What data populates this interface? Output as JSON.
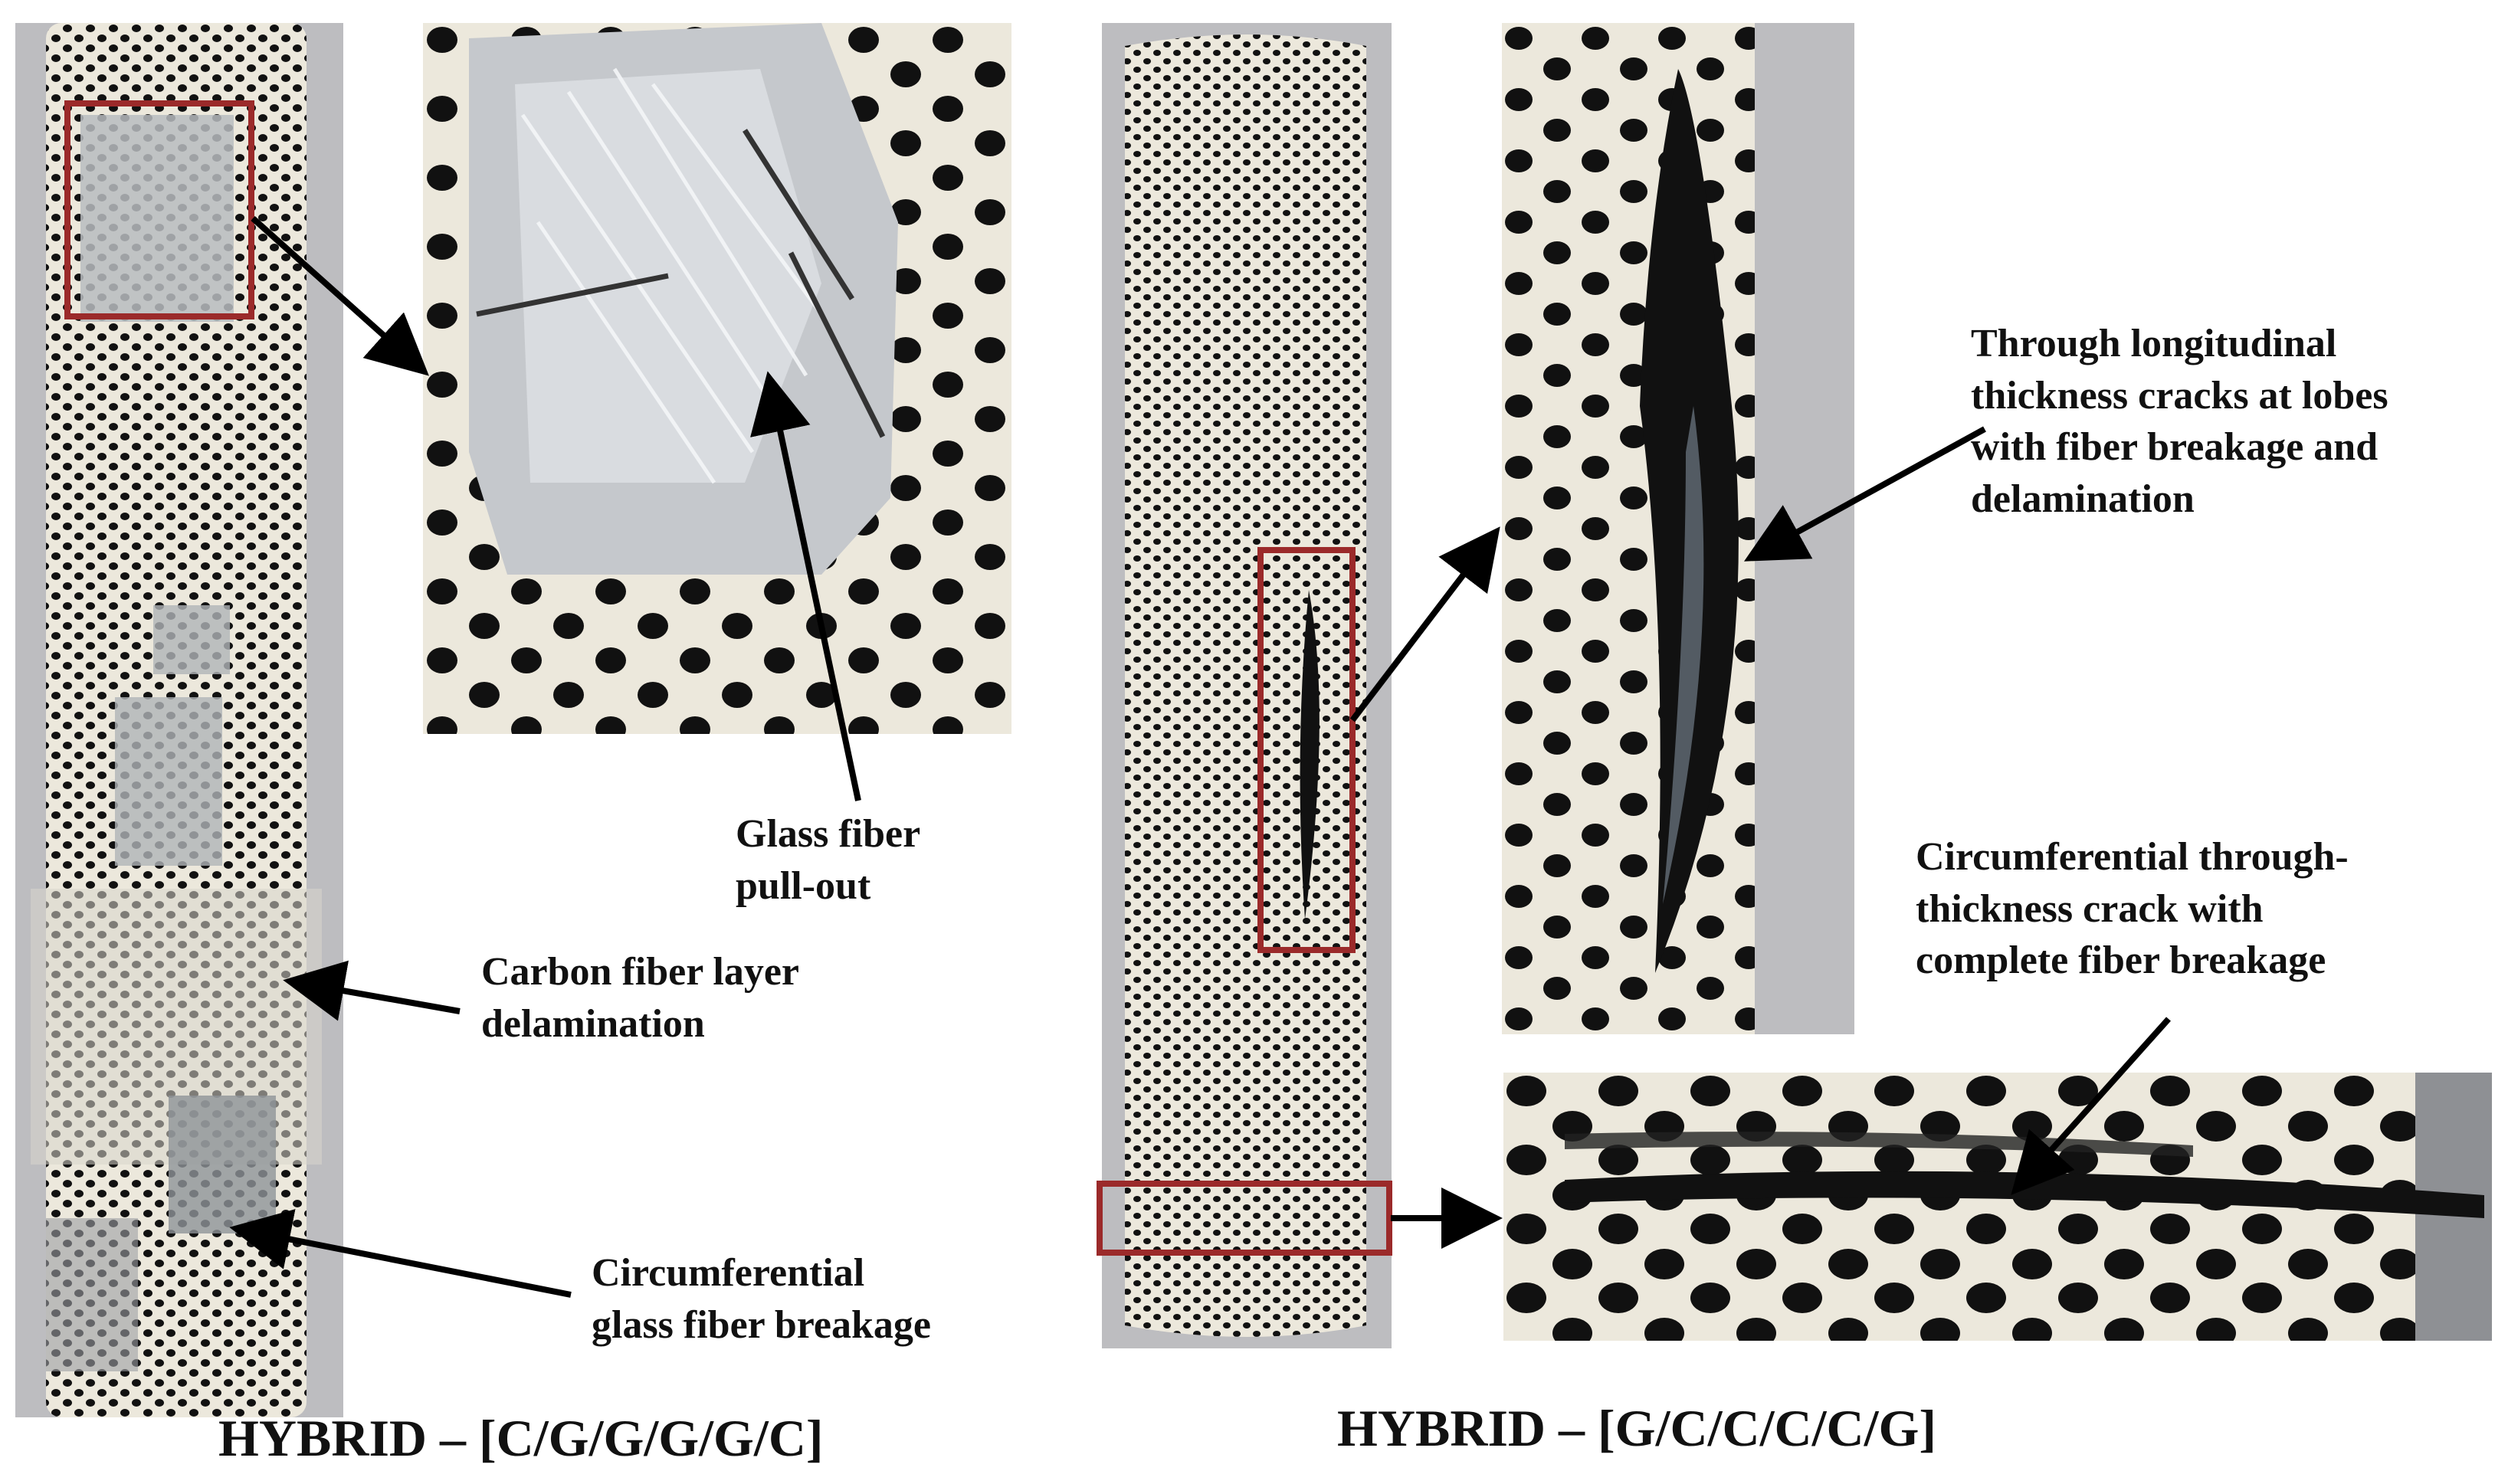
{
  "left": {
    "caption": "HYBRID – [C/G/G/G/G/C]",
    "labels": {
      "glass_pullout": [
        "Glass fiber",
        "pull-out"
      ],
      "carbon_delam": [
        "Carbon fiber layer",
        "delamination"
      ],
      "circ_glass": [
        "Circumferential",
        "glass fiber breakage"
      ]
    }
  },
  "right": {
    "caption": "HYBRID – [G/C/C/C/C/G]",
    "labels": {
      "long_cracks": [
        "Through longitudinal",
        "thickness cracks at lobes",
        "with fiber breakage and",
        "delamination"
      ],
      "circ_crack": [
        "Circumferential through-",
        "thickness crack with",
        "complete fiber breakage"
      ]
    }
  },
  "colors": {
    "highlight_box": "#9b2a2a",
    "arrow": "#000000",
    "specimen_surface": "#ece8dc",
    "dot": "#111111",
    "background_gray": "#bdbdc0"
  }
}
